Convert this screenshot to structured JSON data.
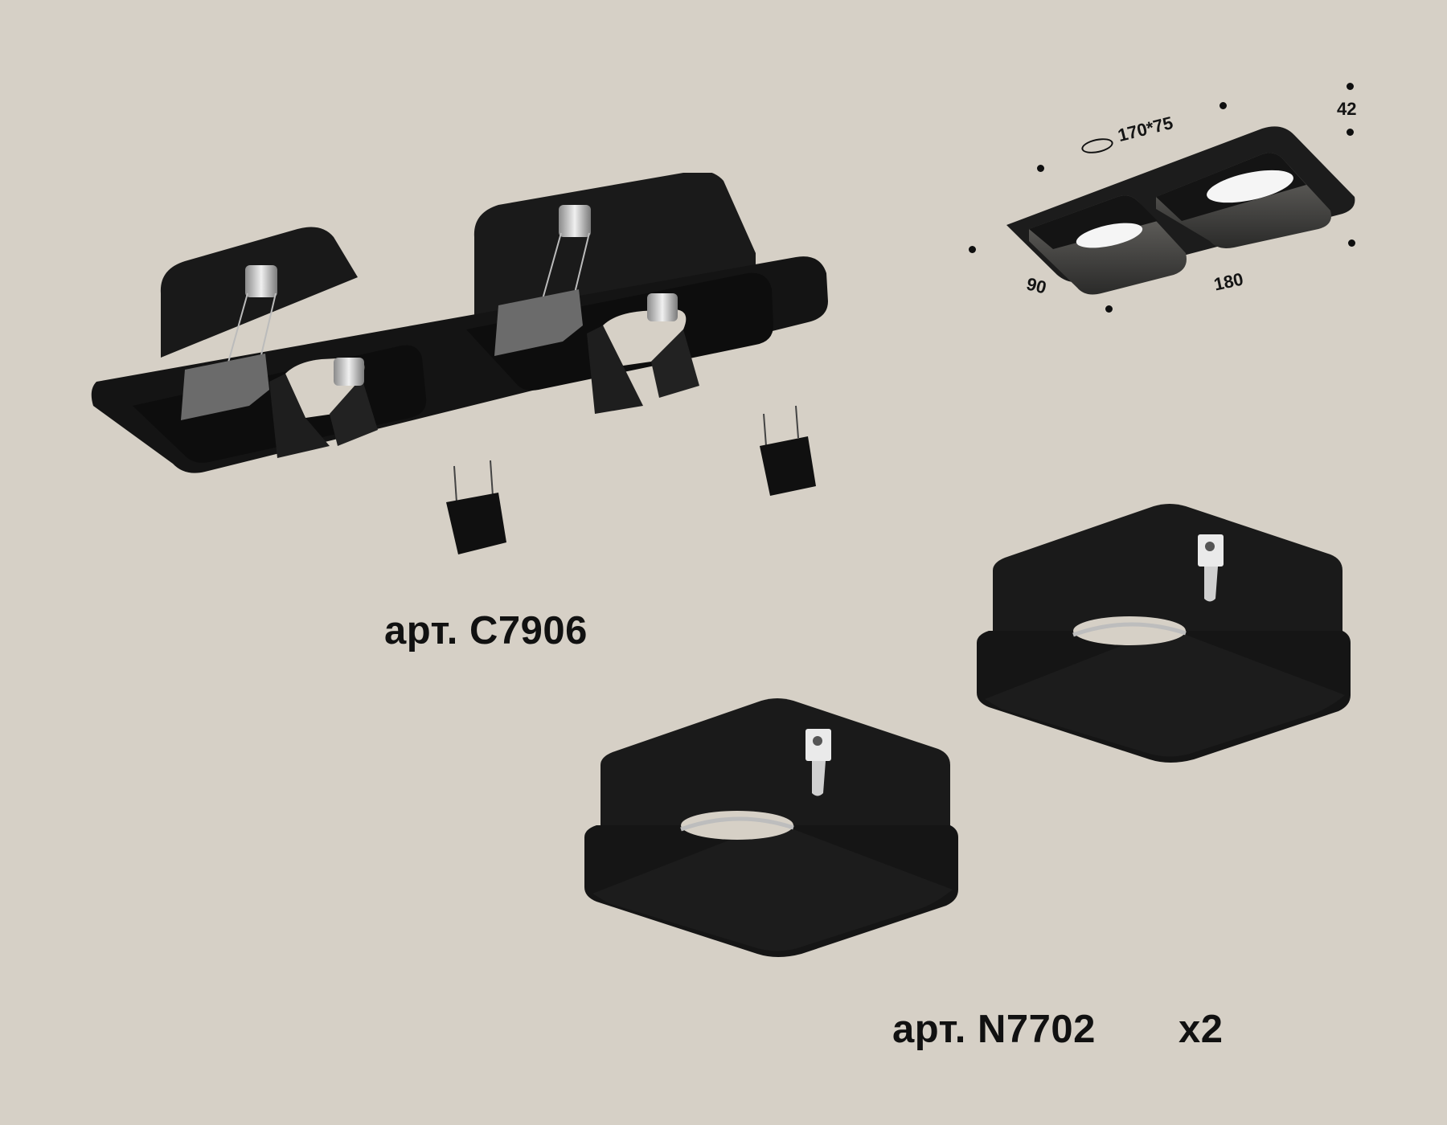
{
  "background_color": "#d6d0c6",
  "products": [
    {
      "id": "frame",
      "label": "арт. C7906",
      "description": "double square recessed frame, black"
    },
    {
      "id": "module",
      "label": "арт. N7702",
      "quantity": "x2",
      "description": "square lamp module, black"
    }
  ],
  "diagram": {
    "cutout": "170*75",
    "width": "180",
    "depth": "90",
    "height": "42",
    "cutout_icon": "cutout-ellipse-icon"
  },
  "colors": {
    "body": "#161616",
    "text": "#111111",
    "chrome": "#c9c9c9",
    "lens": "#f4f4f4"
  }
}
